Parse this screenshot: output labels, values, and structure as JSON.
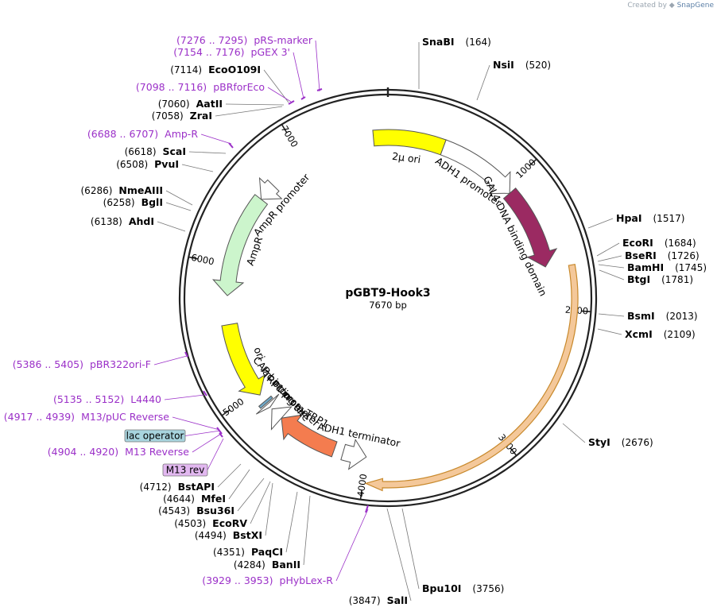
{
  "credit": {
    "prefix": "Created by",
    "brand": "SnapGene"
  },
  "plasmid": {
    "name": "pGBT9-Hook3",
    "length_label": "7670 bp",
    "length": 7670
  },
  "ticks": [
    "1000",
    "2000",
    "3000",
    "4000",
    "5000",
    "6000",
    "7000"
  ],
  "features": [
    {
      "id": "2u-ori",
      "label": "2µ ori",
      "start": 7560,
      "end": 430,
      "color": "#ffff00",
      "dir": 0,
      "level": 1
    },
    {
      "id": "adh1-promoter",
      "label": "ADH1 promoter",
      "start": 430,
      "end": 1050,
      "color": "#ffffff",
      "dir": 1,
      "level": 1
    },
    {
      "id": "gal4-dbd",
      "label": "GAL4 DNA binding domain",
      "start": 1050,
      "end": 1680,
      "color": "#9b2a62",
      "dir": 1,
      "level": 1
    },
    {
      "id": "insert",
      "label": "",
      "start": 1700,
      "end": 3980,
      "color": "#f4c89a",
      "dir": 1,
      "level": 0
    },
    {
      "id": "adh1-terminator",
      "label": "ADH1 terminator",
      "start": 4000,
      "end": 4180,
      "color": "#ffffff",
      "dir": -1,
      "level": 1
    },
    {
      "id": "trp1",
      "label": "TRP1",
      "start": 4250,
      "end": 4720,
      "color": "#f47c4f",
      "dir": 1,
      "level": 1
    },
    {
      "id": "trp1-promoter",
      "label": "TRP1 promoter",
      "start": 4720,
      "end": 4820,
      "color": "#ffffff",
      "dir": 1,
      "level": 1
    },
    {
      "id": "lac-promoter",
      "label": "lac promoter",
      "start": 4840,
      "end": 4870,
      "color": "#ffffff",
      "dir": -1,
      "level": 1
    },
    {
      "id": "cap-binding-site",
      "label": "CAP binding site",
      "start": 4880,
      "end": 4900,
      "color": "#6fa9c9",
      "dir": 0,
      "level": 1
    },
    {
      "id": "ori",
      "label": "ori",
      "start": 4960,
      "end": 5550,
      "color": "#ffff00",
      "dir": -1,
      "level": 1
    },
    {
      "id": "ampr",
      "label": "AmpR",
      "start": 5770,
      "end": 6560,
      "color": "#ccf5cc",
      "dir": -1,
      "level": 1
    },
    {
      "id": "ampr-promoter",
      "label": "AmpR promoter",
      "start": 6560,
      "end": 6700,
      "color": "#ffffff",
      "dir": -1,
      "level": 1
    }
  ],
  "enzymes": [
    {
      "name": "SnaBI",
      "pos": "(164)"
    },
    {
      "name": "NsiI",
      "pos": "(520)"
    },
    {
      "name": "HpaI",
      "pos": "(1517)"
    },
    {
      "name": "EcoRI",
      "pos": "(1684)"
    },
    {
      "name": "BseRI",
      "pos": "(1726)"
    },
    {
      "name": "BamHI",
      "pos": "(1745)"
    },
    {
      "name": "BtgI",
      "pos": "(1781)"
    },
    {
      "name": "BsmI",
      "pos": "(2013)"
    },
    {
      "name": "XcmI",
      "pos": "(2109)"
    },
    {
      "name": "StyI",
      "pos": "(2676)"
    },
    {
      "name": "Bpu10I",
      "pos": "(3756)"
    },
    {
      "name": "SalI",
      "pos": "(3847)"
    },
    {
      "name": "BanII",
      "pos": "(4284)"
    },
    {
      "name": "PaqCI",
      "pos": "(4351)"
    },
    {
      "name": "BstXI",
      "pos": "(4494)"
    },
    {
      "name": "EcoRV",
      "pos": "(4503)"
    },
    {
      "name": "Bsu36I",
      "pos": "(4543)"
    },
    {
      "name": "MfeI",
      "pos": "(4644)"
    },
    {
      "name": "BstAPI",
      "pos": "(4712)"
    },
    {
      "name": "AhdI",
      "pos": "(6138)"
    },
    {
      "name": "BglI",
      "pos": "(6258)"
    },
    {
      "name": "NmeAIII",
      "pos": "(6286)"
    },
    {
      "name": "PvuI",
      "pos": "(6508)"
    },
    {
      "name": "ScaI",
      "pos": "(6618)"
    },
    {
      "name": "ZraI",
      "pos": "(7058)"
    },
    {
      "name": "AatII",
      "pos": "(7060)"
    },
    {
      "name": "EcoO109I",
      "pos": "(7114)"
    }
  ],
  "primers": [
    {
      "name": "pRS-marker",
      "pos": "(7276 .. 7295)"
    },
    {
      "name": "pGEX 3'",
      "pos": "(7154 .. 7176)"
    },
    {
      "name": "pBRforEco",
      "pos": "(7098 .. 7116)"
    },
    {
      "name": "Amp-R",
      "pos": "(6688 .. 6707)"
    },
    {
      "name": "pBR322ori-F",
      "pos": "(5386 .. 5405)"
    },
    {
      "name": "L4440",
      "pos": "(5135 .. 5152)"
    },
    {
      "name": "M13/pUC Reverse",
      "pos": "(4917 .. 4939)"
    },
    {
      "name": "M13 Reverse",
      "pos": "(4904 .. 4920)"
    },
    {
      "name": "pHybLex-R",
      "pos": "(3929 .. 3953)"
    }
  ],
  "tags": [
    {
      "label": "lac operator",
      "bg": "#a8d4de"
    },
    {
      "label": "M13 rev",
      "bg": "#e2b8f0"
    }
  ]
}
